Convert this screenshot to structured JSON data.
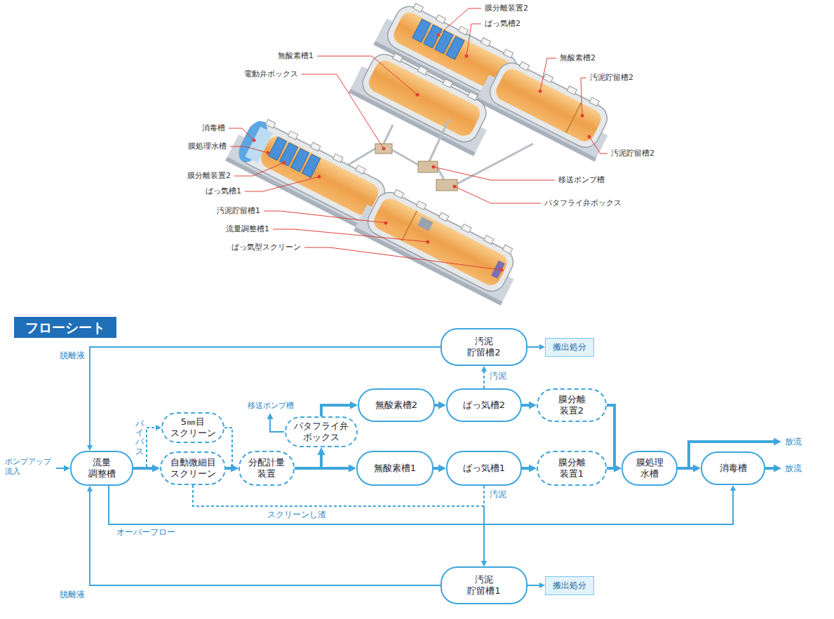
{
  "diagram": {
    "title": "フローシート",
    "nodes": [
      {
        "text": [
          "汚泥 貯留槽2"
        ]
      },
      {
        "text": [
          "搬出処分"
        ]
      },
      {
        "text": [
          "無酸素槽2"
        ]
      },
      {
        "text": [
          "ばっ気槽2"
        ]
      },
      {
        "text": [
          "膜分離 装置2"
        ]
      },
      {
        "text": [
          "パタフライ弁 ボックス"
        ]
      },
      {
        "text": [
          "5㎜目 スクリーン"
        ]
      },
      {
        "text": [
          "流量 調整槽"
        ]
      },
      {
        "text": [
          "自動微細目 スクリーン"
        ]
      },
      {
        "text": [
          "分配計量 装置"
        ]
      },
      {
        "text": [
          "無酸素槽1"
        ]
      },
      {
        "text": [
          "ばっ気槽1"
        ]
      },
      {
        "text": [
          "膜分離 装置1"
        ]
      },
      {
        "text": [
          "膜処理 水槽"
        ]
      },
      {
        "text": [
          "消毒槽"
        ]
      },
      {
        "text": [
          "汚泥 貯留槽1"
        ]
      },
      {
        "text": [
          "搬出処分"
        ]
      }
    ],
    "edges": [
      {
        "from": 0,
        "to": 1,
        "arrow": "to"
      },
      {
        "from": 0,
        "to": 7,
        "label": "脱離液",
        "arrow": "to"
      },
      {
        "from": 2,
        "to": 3,
        "arrow": "to"
      },
      {
        "from": 3,
        "to": 4,
        "arrow": "to"
      },
      {
        "from": 3,
        "to": 0,
        "label": "汚泥",
        "arrow": "to"
      },
      {
        "from": 5,
        "to": 2,
        "arrow": "to"
      },
      {
        "from": 7,
        "to": 6,
        "label": "バイパス",
        "arrow": "to"
      },
      {
        "from": 7,
        "to": 8,
        "arrow": "to"
      },
      {
        "from": 6,
        "to": 9,
        "arrow": "to"
      },
      {
        "from": 8,
        "to": 9,
        "arrow": "to"
      },
      {
        "from": 9,
        "to": 5,
        "arrow": "to"
      },
      {
        "from": 9,
        "to": 10,
        "arrow": "to"
      },
      {
        "from": 10,
        "to": 11,
        "arrow": "to"
      },
      {
        "from": 11,
        "to": 12,
        "arrow": "to"
      },
      {
        "from": 4,
        "to": 13,
        "arrow": "to"
      },
      {
        "from": 12,
        "to": 13,
        "arrow": "to"
      },
      {
        "from": 13,
        "to": 14,
        "arrow": "to"
      },
      {
        "from": 7,
        "to": 14,
        "label": "オーバーフロー",
        "arrow": "to"
      },
      {
        "from": 11,
        "to": 15,
        "label": "汚泥",
        "arrow": "to"
      },
      {
        "from": 8,
        "to": 15,
        "label": "スクリーンし渣",
        "arrow": "to"
      },
      {
        "from": 15,
        "to": 16,
        "arrow": "to"
      },
      {
        "from": 15,
        "to": 7,
        "label": "脱離液",
        "arrow": "to"
      }
    ],
    "labels": [
      "膜分離装置2",
      "ばっ気槽2",
      "無酸素槽1",
      "電動弁ボックス",
      "無酸素槽2",
      "汚泥貯留槽2",
      "消毒槽",
      "膜処理水槽",
      "汚泥貯留槽2",
      "移送ポンプ槽",
      "膜分離装置2",
      "ばっ気槽1",
      "汚泥貯留槽1",
      "パタフライ弁ボックス",
      "流量調整槽1",
      "ばっ気型スクリーン",
      "移送ポンプ槽",
      "ポンプアップ 流入",
      "放流",
      "放流"
    ]
  }
}
